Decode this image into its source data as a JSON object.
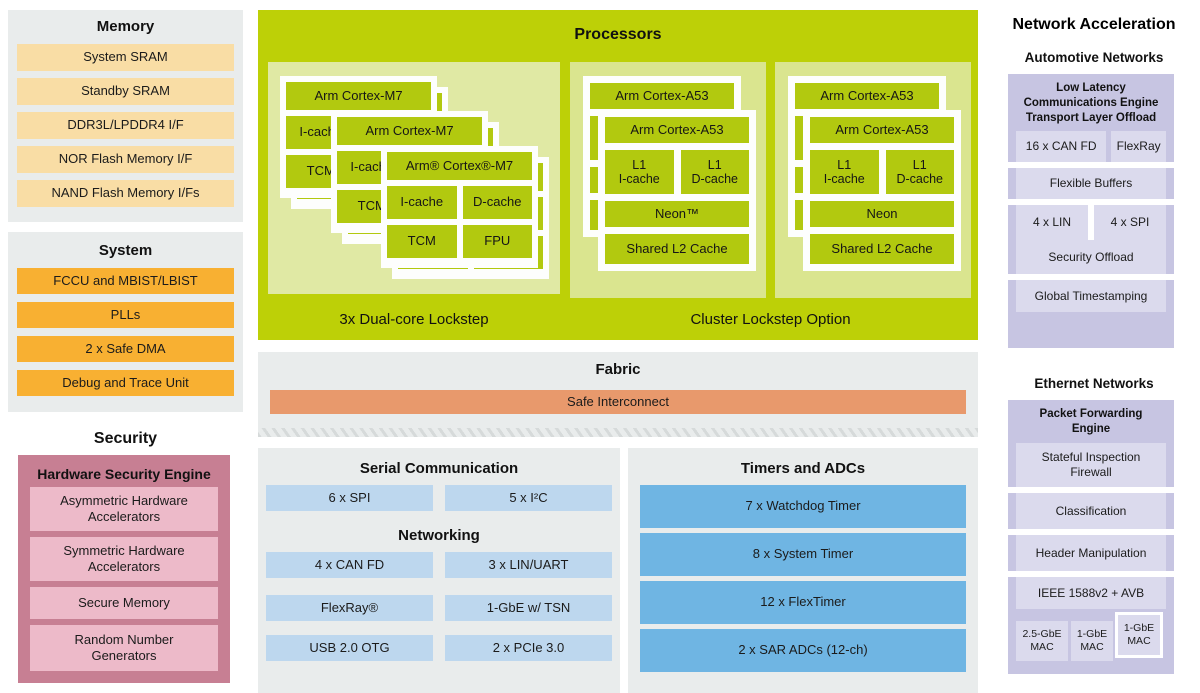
{
  "memory": {
    "title": "Memory",
    "items": [
      "System SRAM",
      "Standby SRAM",
      "DDR3L/LPDDR4 I/F",
      "NOR Flash Memory I/F",
      "NAND Flash Memory I/Fs"
    ]
  },
  "system": {
    "title": "System",
    "items": [
      "FCCU and MBIST/LBIST",
      "PLLs",
      "2 x Safe DMA",
      "Debug and Trace Unit"
    ]
  },
  "security": {
    "title": "Security",
    "engine": "Hardware Security Engine",
    "items": [
      "Asymmetric Hardware\nAccelerators",
      "Symmetric Hardware\nAccelerators",
      "Secure Memory",
      "Random Number\nGenerators"
    ]
  },
  "processors": {
    "title": "Processors",
    "m7_label": "3x Dual-core Lockstep",
    "a53_label": "Cluster Lockstep Option",
    "m7_cards": [
      {
        "header": "Arm Cortex-M7"
      },
      {
        "header": "Arm Cortex-M7"
      },
      {
        "header": "Arm® Cortex®-M7"
      }
    ],
    "m7_blocks": [
      "I-cache",
      "D-cache",
      "TCM",
      "FPU"
    ],
    "a53_clusters": [
      {
        "back_header": "Arm Cortex-A53",
        "header": "Arm Cortex-A53",
        "l1i": "L1\nI-cache",
        "l1d": "L1\nD-cache",
        "neon": "Neon™",
        "l2": "Shared L2 Cache"
      },
      {
        "back_header": "Arm Cortex-A53",
        "header": "Arm Cortex-A53",
        "l1i": "L1\nI-cache",
        "l1d": "L1\nD-cache",
        "neon": "Neon",
        "l2": "Shared L2 Cache"
      }
    ]
  },
  "fabric": {
    "title": "Fabric",
    "interconnect": "Safe Interconnect"
  },
  "serial": {
    "title": "Serial Communication",
    "spi": "6 x SPI",
    "i2c": "5 x I²C",
    "networking_title": "Networking",
    "canfd": "4 x CAN FD",
    "lin": "3 x LIN/UART",
    "flexray": "FlexRay®",
    "gbe": "1-GbE w/ TSN",
    "usb": "USB 2.0 OTG",
    "pcie": "2 x PCIe 3.0"
  },
  "timers": {
    "title": "Timers and ADCs",
    "items": [
      "7 x Watchdog Timer",
      "8 x System Timer",
      "12 x FlexTimer",
      "2 x SAR ADCs (12-ch)"
    ]
  },
  "network_accel": {
    "title": "Network Acceleration",
    "automotive": {
      "title": "Automotive Networks",
      "engine": "Low Latency\nCommunications Engine\nTransport Layer Offload",
      "canfd": "16 x CAN FD",
      "flexray": "FlexRay",
      "flex_buffers": "Flexible Buffers",
      "lin": "4 x LIN",
      "spi": "4 x SPI",
      "security_offload": "Security Offload",
      "timestamping": "Global Timestamping"
    },
    "ethernet": {
      "title": "Ethernet Networks",
      "engine": "Packet Forwarding\nEngine",
      "items": [
        "Stateful Inspection\nFirewall",
        "Classification",
        "Header Manipulation",
        "IEEE 1588v2 + AVB"
      ],
      "macs": [
        "2.5-GbE\nMAC",
        "1-GbE\nMAC",
        "1-GbE\nMAC"
      ]
    }
  },
  "colors": {
    "green": "#bdd007",
    "light_green_m7": "#e0e9a4",
    "light_green_a53": "#dae58f",
    "block_green": "#b2c90f",
    "amber": "#f8b032",
    "tan": "#f9dda5",
    "rose": "#c77f93",
    "pink": "#edbac9",
    "gray_panel": "#e9ecec",
    "light_blue": "#bdd7ee",
    "mid_blue": "#6fb5e3",
    "orange": "#e8996c",
    "purple": "#c7c5e2",
    "light_purple": "#dbdaed"
  }
}
